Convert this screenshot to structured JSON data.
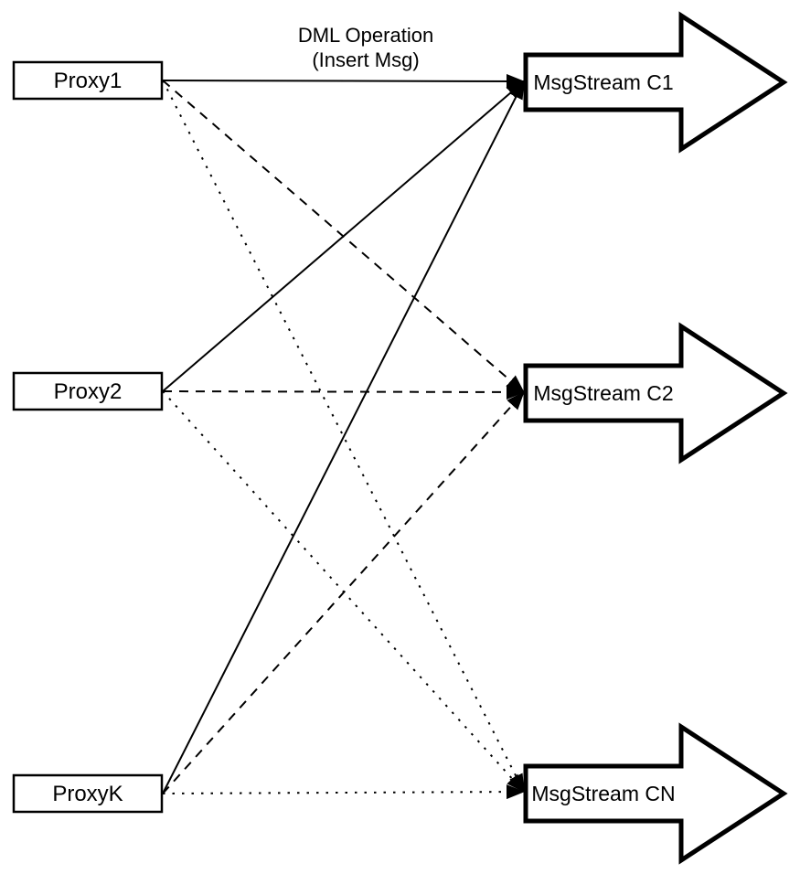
{
  "diagram": {
    "background_color": "#ffffff",
    "stroke_color": "#000000",
    "node_fill_color": "#ffffff",
    "edge_label": {
      "line1": "DML Operation",
      "line2": "(Insert Msg)"
    },
    "proxies": [
      {
        "id": "proxy1",
        "label": "Proxy1"
      },
      {
        "id": "proxy2",
        "label": "Proxy2"
      },
      {
        "id": "proxyk",
        "label": "ProxyK"
      }
    ],
    "streams": [
      {
        "id": "c1",
        "label": "MsgStream C1"
      },
      {
        "id": "c2",
        "label": "MsgStream C2"
      },
      {
        "id": "cn",
        "label": "MsgStream CN"
      }
    ],
    "edges": [
      {
        "from": "proxy1",
        "to": "c1",
        "style": "solid"
      },
      {
        "from": "proxy2",
        "to": "c1",
        "style": "solid"
      },
      {
        "from": "proxyk",
        "to": "c1",
        "style": "solid"
      },
      {
        "from": "proxy1",
        "to": "c2",
        "style": "dashed"
      },
      {
        "from": "proxy2",
        "to": "c2",
        "style": "dashed"
      },
      {
        "from": "proxyk",
        "to": "c2",
        "style": "dashed"
      },
      {
        "from": "proxy1",
        "to": "cn",
        "style": "dotted"
      },
      {
        "from": "proxy2",
        "to": "cn",
        "style": "dotted"
      },
      {
        "from": "proxyk",
        "to": "cn",
        "style": "dotted"
      }
    ]
  }
}
